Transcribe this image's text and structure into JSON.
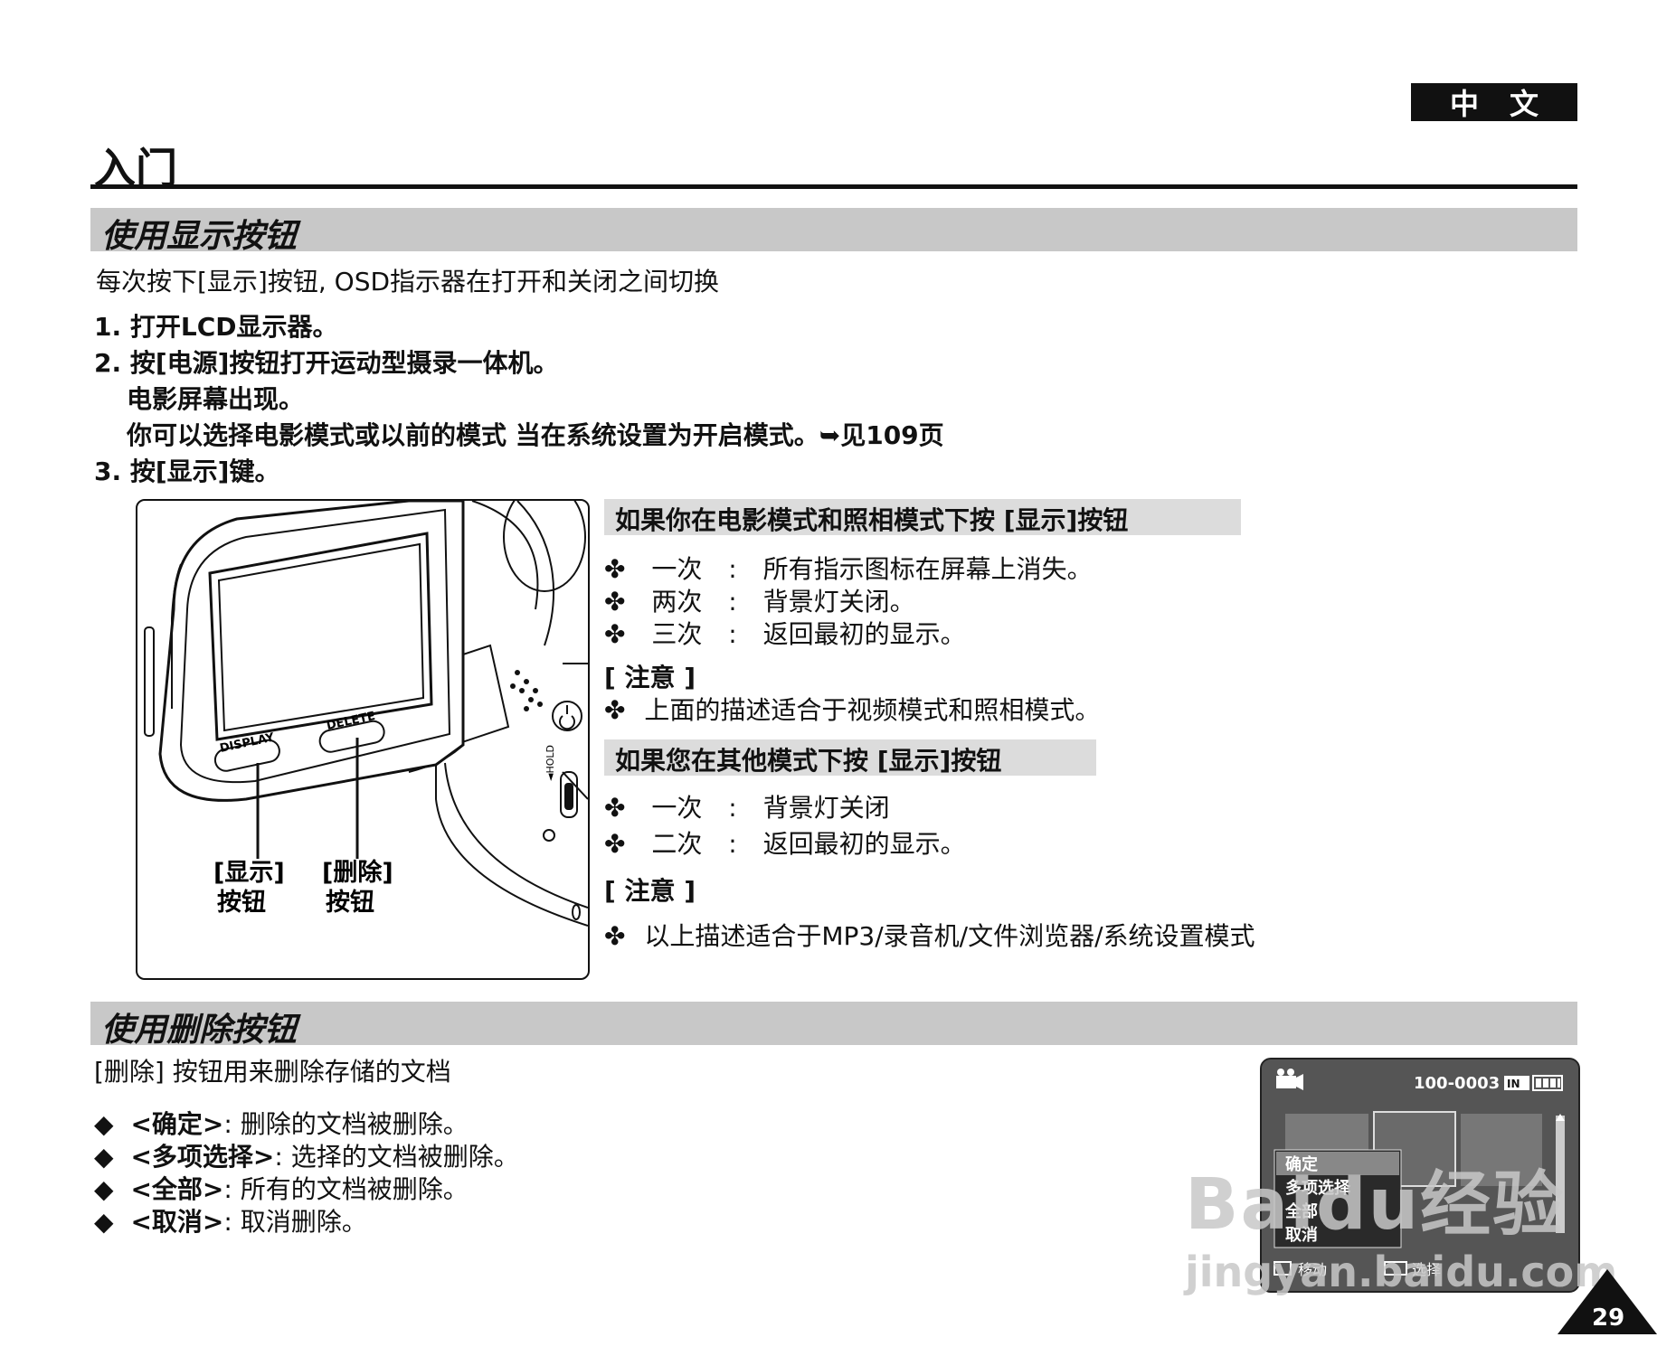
{
  "header": {
    "language_badge": "中文",
    "chapter_title": "入门"
  },
  "section1": {
    "title": "使用显示按钮",
    "intro": "每次按下[显示]按钮, OSD指示器在打开和关闭之间切换",
    "steps": [
      "1. 打开LCD显示器。",
      "2. 按[电源]按钮打开运动型摄录一体机。",
      "电影屏幕出现。",
      "你可以选择电影模式或以前的模式 当在系统设置为开启模式。➥见109页",
      "3. 按[显示]键。"
    ],
    "figure": {
      "display_button_print": "DISPLAY",
      "delete_button_print": "DELETE",
      "hold_print": "◄HOLD",
      "callout_display": [
        "[显示]",
        "按钮"
      ],
      "callout_delete": [
        "[删除]",
        "按钮"
      ]
    },
    "movie_photo": {
      "heading": "如果你在电影模式和照相模式下按 [显示]按钮",
      "items": [
        {
          "count": "一次",
          "sep": ":",
          "text": "所有指示图标在屏幕上消失。"
        },
        {
          "count": "两次",
          "sep": ":",
          "text": "背景灯关闭。"
        },
        {
          "count": "三次",
          "sep": ":",
          "text": "返回最初的显示。"
        }
      ],
      "note_label": "[ 注意 ]",
      "note": "上面的描述适合于视频模式和照相模式。"
    },
    "other_modes": {
      "heading": "如果您在其他模式下按 [显示]按钮",
      "items": [
        {
          "count": "一次",
          "sep": ":",
          "text": "背景灯关闭"
        },
        {
          "count": "二次",
          "sep": ":",
          "text": "返回最初的显示。"
        }
      ],
      "note_label": "[ 注意 ]",
      "note": "以上描述适合于MP3/录音机/文件浏览器/系统设置模式"
    },
    "bullet_glyph": "✤"
  },
  "section2": {
    "title": "使用删除按钮",
    "intro": "[删除] 按钮用来删除存储的文档",
    "items": [
      {
        "label": "<确定>",
        "text": ": 删除的文档被删除。"
      },
      {
        "label": "<多项选择>",
        "text": ": 选择的文档被删除。"
      },
      {
        "label": "<全部>",
        "text": ": 所有的文档被删除。"
      },
      {
        "label": "<取消>",
        "text": ": 取消删除。"
      }
    ],
    "bullet_glyph": "◆",
    "screen": {
      "file_number": "100-0003",
      "memory": "IN",
      "menu": [
        "确定",
        "多项选择",
        "全部",
        "取消"
      ],
      "footer_move": "移动",
      "footer_select": "选择"
    }
  },
  "watermark": {
    "brand": "Baidu经验",
    "url": "jingyan.baidu.com"
  },
  "page_number": "29"
}
